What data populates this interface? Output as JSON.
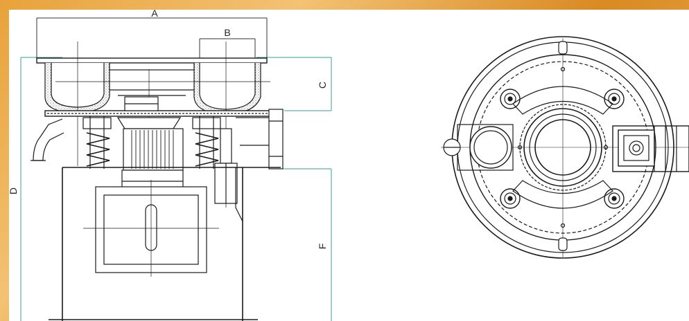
{
  "colors": {
    "frame": "#e8a23a",
    "sheet": "#ffffff",
    "line": "#1a1a1a",
    "dimension": "#3a9c9c"
  },
  "dimensions": {
    "A": "A",
    "B": "B",
    "C": "C",
    "D": "D",
    "F": "F"
  }
}
